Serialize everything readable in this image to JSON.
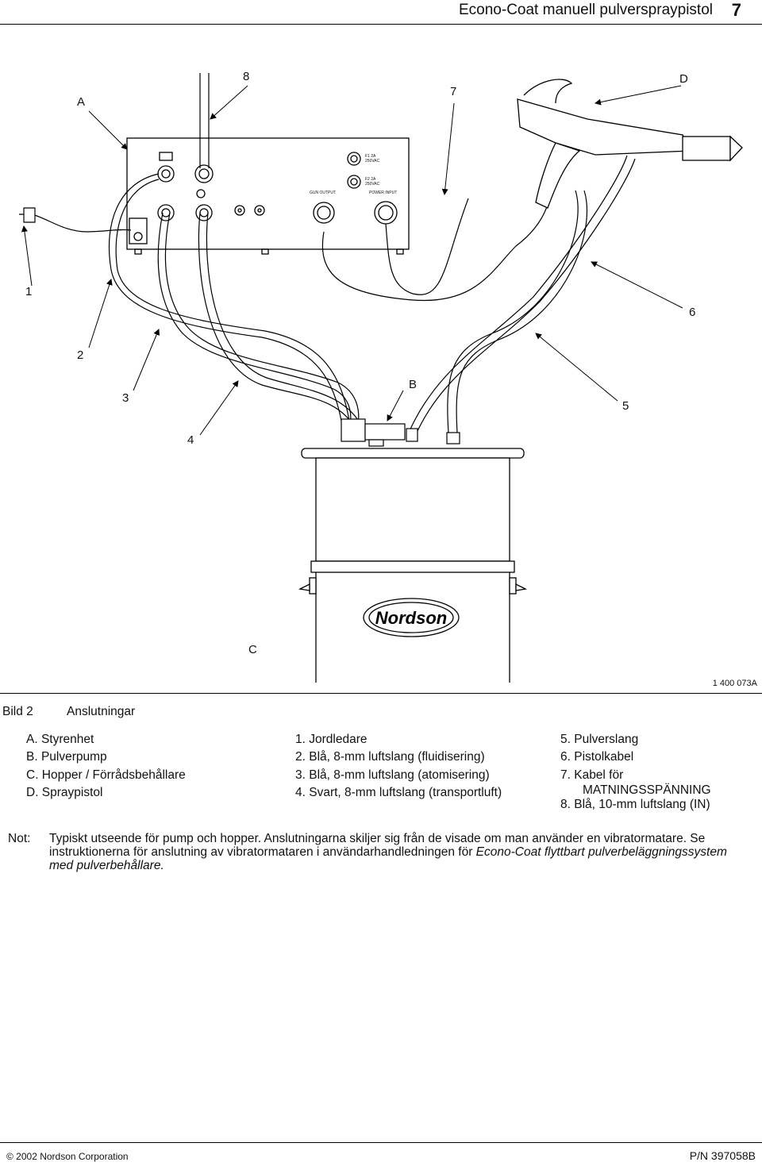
{
  "header": {
    "title": "Econo-Coat manuell pulverspraypistol",
    "page_number": "7"
  },
  "figure": {
    "callouts": {
      "A": "A",
      "B": "B",
      "C": "C",
      "D": "D",
      "n1": "1",
      "n2": "2",
      "n3": "3",
      "n4": "4",
      "n5": "5",
      "n6": "6",
      "n7": "7",
      "n8": "8"
    },
    "panel_labels": {
      "fuse1": "F1 2A",
      "fuse1_v": "250VAC",
      "fuse2": "F2 2A",
      "fuse2_v": "250VAC",
      "gun_output": "GUN OUTPUT",
      "power_input": "POWER INPUT"
    },
    "logo_text": "Nordson",
    "code": "1 400 073A"
  },
  "caption": {
    "number": "Bild 2",
    "title": "Anslutningar"
  },
  "legend": {
    "letters": [
      "A. Styrenhet",
      "B. Pulverpump",
      "C. Hopper / Förrådsbehållare",
      "D. Spraypistol"
    ],
    "numbers": [
      "1. Jordledare",
      "2. Blå, 8-mm luftslang (fluidisering)",
      "3. Blå, 8-mm luftslang (atomisering)",
      "4. Svart, 8-mm luftslang (transportluft)"
    ],
    "numbers2": [
      "5. Pulverslang",
      "6. Pistolkabel",
      "7. Kabel för",
      "MATNINGSSPÄNNING",
      "8. Blå, 10-mm luftslang (IN)"
    ]
  },
  "note": {
    "label": "Not:",
    "text_before": "Typiskt utseende för pump och hopper. Anslutningarna skiljer sig från de visade om man använder en vibratormatare. Se instruktionerna för anslutning av vibratormataren i användarhandledningen för ",
    "text_italic": "Econo-Coat flyttbart pulverbeläggningssystem med pulverbehållare."
  },
  "footer": {
    "copyright": "© 2002 Nordson Corporation",
    "part_number": "P/N 397058B"
  }
}
